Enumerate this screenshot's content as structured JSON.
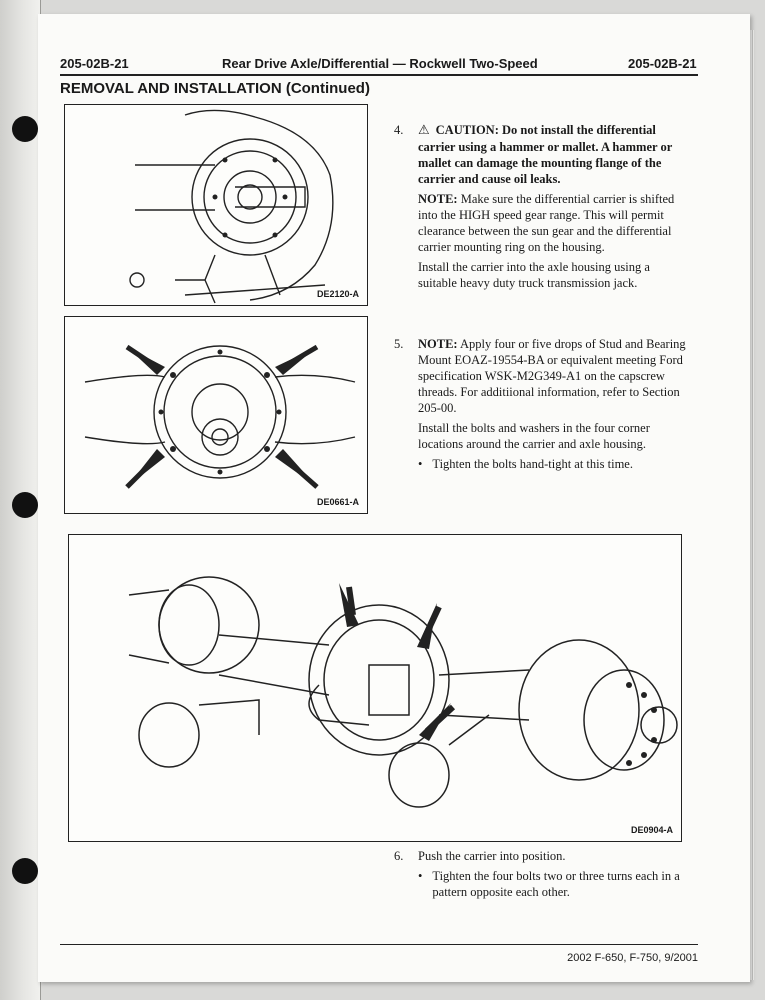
{
  "header": {
    "left_code": "205-02B-21",
    "title": "Rear Drive Axle/Differential — Rockwell Two-Speed",
    "right_code": "205-02B-21"
  },
  "section_title": "REMOVAL AND INSTALLATION (Continued)",
  "figures": [
    {
      "code": "DE2120-A",
      "icon": "carrier-jack-illustration"
    },
    {
      "code": "DE0661-A",
      "icon": "bolt-pattern-illustration"
    },
    {
      "code": "DE0904-A",
      "icon": "axle-assembly-illustration"
    }
  ],
  "steps": [
    {
      "number": "4.",
      "caution": "CAUTION: Do not install the differential carrier using a hammer or mallet. A hammer or mallet can damage the mounting flange of the carrier and cause oil leaks.",
      "note_label": "NOTE:",
      "note": "Make sure the differential carrier is shifted into the HIGH speed gear range. This will permit clearance between the sun gear and the differential carrier mounting ring on the housing.",
      "text": "Install the carrier into the axle housing using a suitable heavy duty truck transmission jack."
    },
    {
      "number": "5.",
      "note_label": "NOTE:",
      "note": "Apply four or five drops of Stud and Bearing Mount EOAZ-19554-BA or equivalent meeting Ford specification WSK-M2G349-A1 on the capscrew threads. For additiional information, refer to  Section 205-00.",
      "text": "Install the bolts and washers in the four corner locations around the carrier and axle housing.",
      "bullet": "Tighten the bolts hand-tight at this time."
    },
    {
      "number": "6.",
      "text": "Push the carrier into position.",
      "bullet": "Tighten the four bolts two or three turns each in a pattern opposite each other."
    }
  ],
  "footer": "2002 F-650, F-750, 9/2001"
}
